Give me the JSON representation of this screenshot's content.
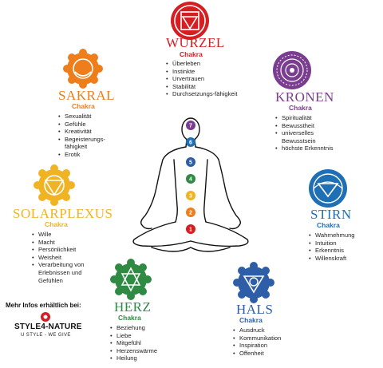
{
  "colors": {
    "root": "#d51d22",
    "sacral": "#ee7d1b",
    "solar": "#f0b323",
    "heart": "#2f8a43",
    "throat": "#2f5ea8",
    "third_eye": "#1f6fb4",
    "crown": "#7b3d8f"
  },
  "wurzel": {
    "name": "WURZEL",
    "sub": "Chakra",
    "items": [
      "Überleben",
      "Instinkte",
      "Urvertrauen",
      "Stabilität",
      "Durchsetzungs-fähigkeit"
    ]
  },
  "sakral": {
    "name": "SAKRAL",
    "sub": "Chakra",
    "items": [
      "Sexualität",
      "Gefühle",
      "Kreativität",
      "Begeisterungs-fähigkeit",
      "Erotik"
    ]
  },
  "kronen": {
    "name": "KRONEN",
    "sub": "Chakra",
    "items": [
      "Spiritualität",
      "Bewusstheit",
      "universelles Bewusstsein",
      "höchste Erkenntnis"
    ]
  },
  "solar": {
    "name": "SOLARPLEXUS",
    "sub": "Chakra",
    "items": [
      "Wille",
      "Macht",
      "Persönlichkeit",
      "Weisheit",
      "Verarbeitung von Erlebnissen und Gefühlen"
    ]
  },
  "stirn": {
    "name": "STIRN",
    "sub": "Chakra",
    "items": [
      "Wahrnehmung",
      "Intuition",
      "Erkenntnis",
      "Willenskraft"
    ]
  },
  "herz": {
    "name": "HERZ",
    "sub": "Chakra",
    "items": [
      "Beziehung",
      "Liebe",
      "Mitgefühl",
      "Herzenswärme",
      "Heilung"
    ]
  },
  "hals": {
    "name": "HALS",
    "sub": "Chakra",
    "items": [
      "Ausdruck",
      "Kommunikation",
      "Inspiration",
      "Offenheit"
    ]
  },
  "info": {
    "text": "Mehr Infos erhältlich bei:"
  },
  "logo": {
    "name": "STYLE4-NATURE",
    "tagline": "U STYLE - WE GIVE"
  },
  "figure_chakras": [
    "7",
    "6",
    "5",
    "4",
    "3",
    "2",
    "1"
  ]
}
